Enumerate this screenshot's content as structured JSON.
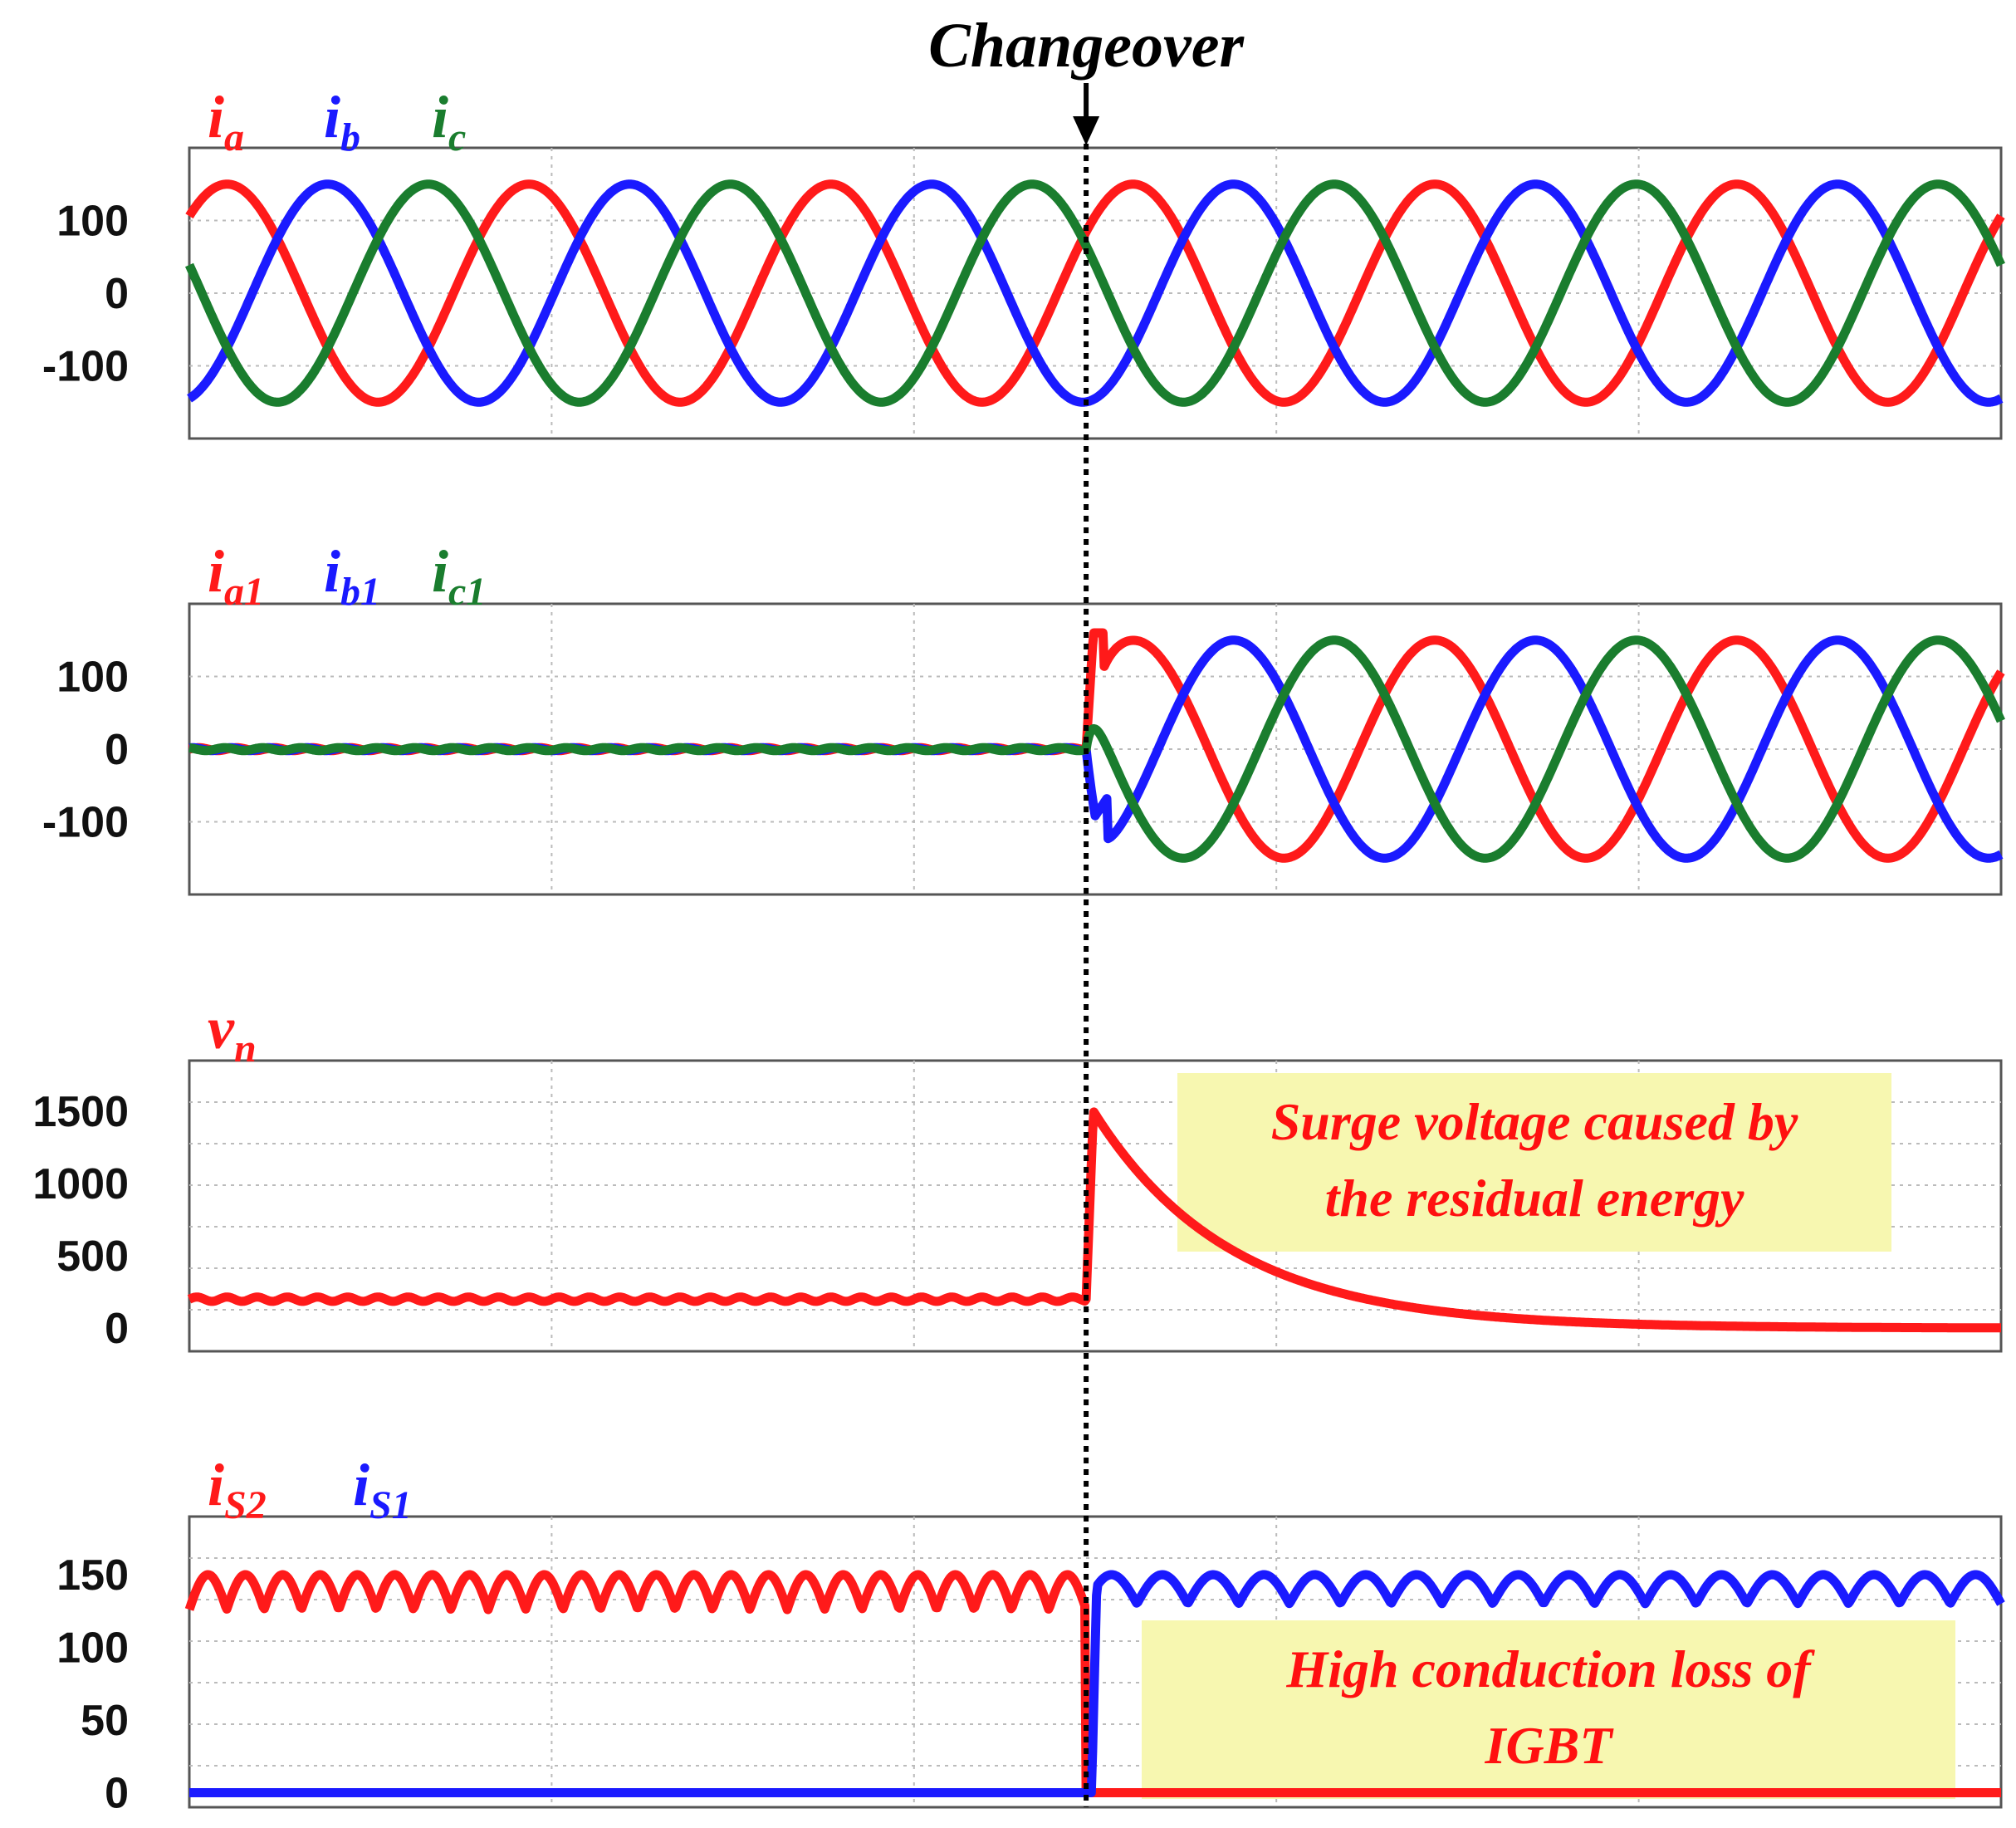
{
  "header": {
    "label": "Changeover"
  },
  "colors": {
    "red": "#ff1a1a",
    "blue": "#1a1aff",
    "green": "#1a7d2e",
    "highlight": "#f7f7b0"
  },
  "chart_data": [
    {
      "type": "line",
      "changeover_fraction": 0.495,
      "series": [
        {
          "name": "ia",
          "base": "i",
          "sub": "a",
          "color": "#ff1a1a",
          "kind": "sine",
          "amplitude": 150,
          "cycles": 6,
          "phase_deg": 45
        },
        {
          "name": "ib",
          "base": "i",
          "sub": "b",
          "color": "#1a1aff",
          "kind": "sine",
          "amplitude": 150,
          "cycles": 6,
          "phase_deg": -75
        },
        {
          "name": "ic",
          "base": "i",
          "sub": "c",
          "color": "#1a7d2e",
          "kind": "sine",
          "amplitude": 150,
          "cycles": 6,
          "phase_deg": 165
        }
      ],
      "yticks": [
        "100",
        "0",
        "-100"
      ],
      "ytick_values": [
        100,
        0,
        -100
      ],
      "ylim": [
        -200,
        200
      ],
      "grid": true
    },
    {
      "type": "line",
      "changeover_fraction": 0.495,
      "series": [
        {
          "name": "ia1",
          "base": "i",
          "sub": "a1",
          "color": "#ff1a1a",
          "kind": "sine_after",
          "amplitude": 150,
          "cycles": 6,
          "phase_deg": 45
        },
        {
          "name": "ib1",
          "base": "i",
          "sub": "b1",
          "color": "#1a1aff",
          "kind": "sine_after",
          "amplitude": 150,
          "cycles": 6,
          "phase_deg": -75
        },
        {
          "name": "ic1",
          "base": "i",
          "sub": "c1",
          "color": "#1a7d2e",
          "kind": "sine_after",
          "amplitude": 150,
          "cycles": 6,
          "phase_deg": 165
        }
      ],
      "yticks": [
        "100",
        "0",
        "-100"
      ],
      "ytick_values": [
        100,
        0,
        -100
      ],
      "ylim": [
        -200,
        200
      ],
      "grid": true
    },
    {
      "type": "line",
      "changeover_fraction": 0.495,
      "series": [
        {
          "name": "vn",
          "base": "v",
          "sub": "n",
          "color": "#ff1a1a",
          "kind": "surge",
          "before": 200,
          "ripple": 15,
          "peak": 1500,
          "after": 0
        }
      ],
      "yticks": [
        "1500",
        "1000",
        "500",
        "0"
      ],
      "ytick_values": [
        1500,
        1000,
        500,
        0
      ],
      "ylim": [
        -160,
        1850
      ],
      "grid": true,
      "annotation": [
        "Surge voltage caused by",
        "the residual energy"
      ]
    },
    {
      "type": "line",
      "changeover_fraction": 0.495,
      "series": [
        {
          "name": "iS2",
          "base": "i",
          "sub": "S2",
          "color": "#ff1a1a",
          "kind": "on_off",
          "level": 138,
          "ripple": 12,
          "bumps": 24
        },
        {
          "name": "iS1",
          "base": "i",
          "sub": "S1",
          "color": "#1a1aff",
          "kind": "off_on",
          "level": 140,
          "ripple": 10,
          "bumps": 18
        }
      ],
      "yticks": [
        "150",
        "100",
        "50",
        "0"
      ],
      "ytick_values": [
        150,
        100,
        50,
        0
      ],
      "ylim": [
        -10,
        190
      ],
      "grid": true,
      "annotation": [
        "High conduction loss of",
        "IGBT"
      ]
    }
  ]
}
